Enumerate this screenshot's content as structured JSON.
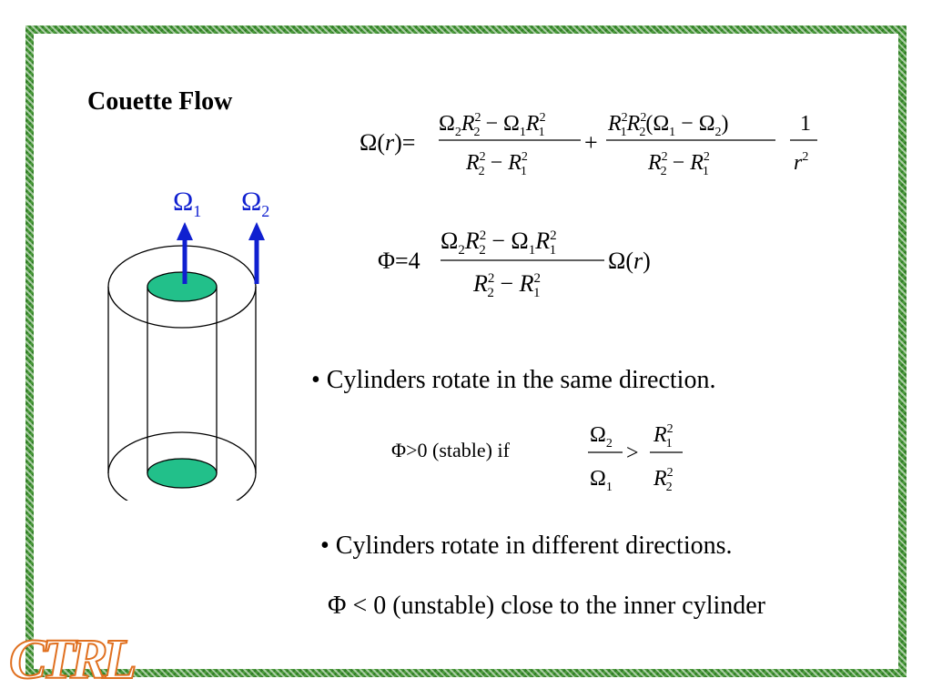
{
  "slide": {
    "title": "Couette Flow",
    "bullet_same": "• Cylinders rotate in the same direction.",
    "bullet_diff": "• Cylinders rotate in  different directions.",
    "stable_lhs": "Φ>0 (stable)  if",
    "unstable_text": "Φ < 0 (unstable) close to the inner cylinder",
    "logo": "CTRL"
  },
  "diagram": {
    "omega1_symbol": "Ω",
    "omega1_sub": "1",
    "omega2_symbol": "Ω",
    "omega2_sub": "2",
    "arrow_color": "#1020d0",
    "inner_fill": "#22c08a"
  },
  "equations": {
    "omega_r_lhs": "Ω(r)=",
    "phi_lhs": "Φ=4"
  },
  "colors": {
    "border": "#4a9a3a",
    "logo_stroke": "#e07020"
  }
}
